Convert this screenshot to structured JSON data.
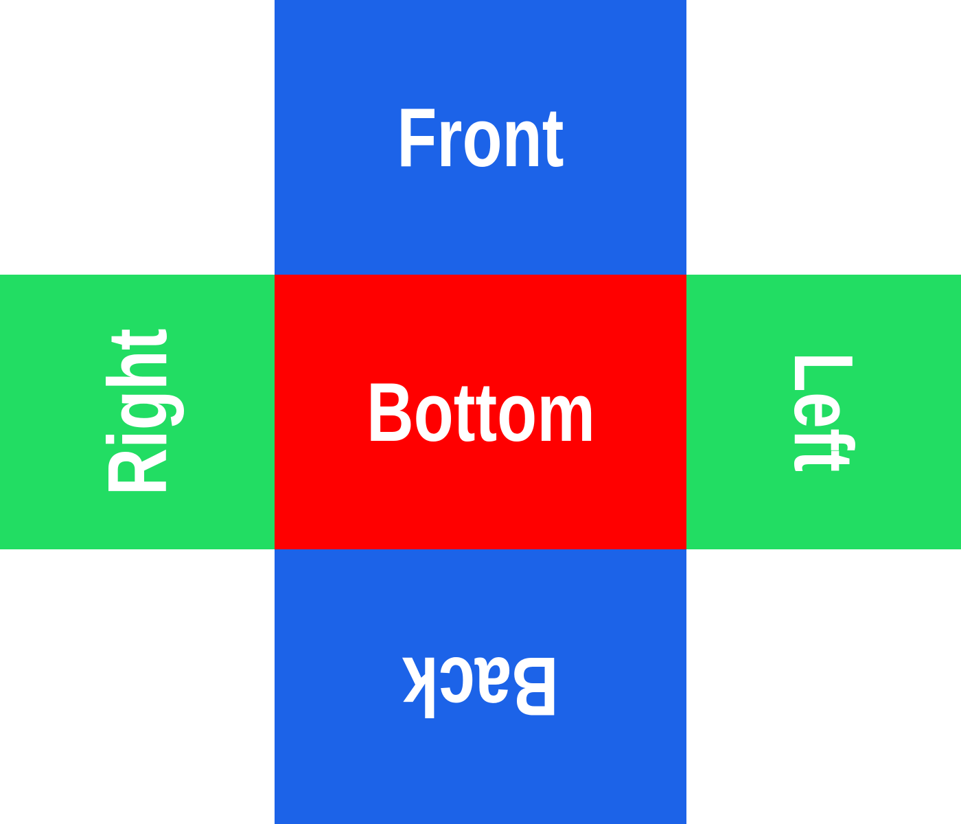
{
  "faces": {
    "front": {
      "label": "Front",
      "color": "#1c63e8"
    },
    "right": {
      "label": "Right",
      "color": "#22dd63"
    },
    "bottom": {
      "label": "Bottom",
      "color": "#ff0000"
    },
    "left": {
      "label": "Left",
      "color": "#22dd63"
    },
    "back": {
      "label": "Back",
      "color": "#1c63e8"
    }
  },
  "colors": {
    "background": "#ffffff",
    "text": "#ffffff"
  }
}
